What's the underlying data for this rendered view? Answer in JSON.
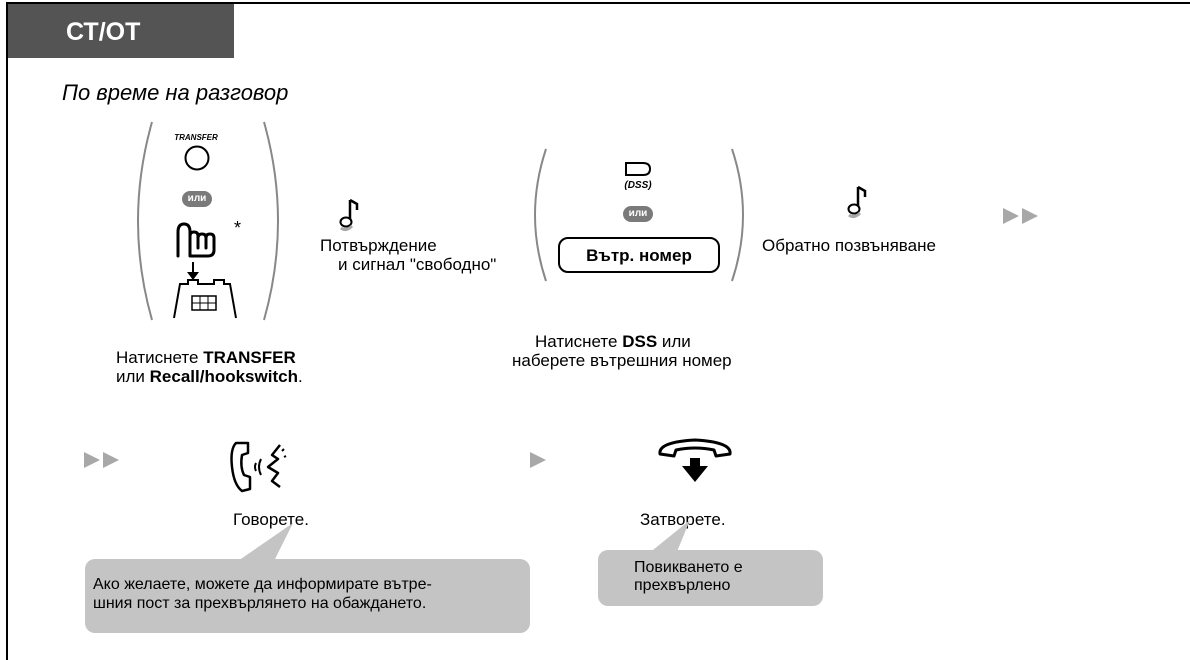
{
  "header": {
    "tab_label": "СТ/ОТ"
  },
  "subtitle": "По време на разговор",
  "step1": {
    "transfer_key_label": "TRANSFER",
    "or_badge": "или",
    "asterisk": "*",
    "caption_prefix": "Натиснете ",
    "caption_bold1": "TRANSFER",
    "caption_line2_prefix": "или ",
    "caption_bold2": "Recall/hookswitch",
    "caption_suffix": "."
  },
  "step2": {
    "caption_line1": "Потвърждение",
    "caption_line2": "и сигнал \"свободно\""
  },
  "step3": {
    "dss_label": "(DSS)",
    "or_badge": "или",
    "ext_button": "Вътр. номер",
    "caption_prefix": "Натиснете ",
    "caption_bold": "DSS",
    "caption_suffix": " или",
    "caption_line2": "наберете вътрешния номер"
  },
  "step4": {
    "caption": "Обратно позвъняване"
  },
  "step5": {
    "caption": "Говорете.",
    "callout_line1": "Ако желаете, можете да информирате вътре-",
    "callout_line2": "шния пост за прехвърлянето на обаждането."
  },
  "step6": {
    "caption": "Затворете.",
    "callout_line1": "Повикването е",
    "callout_line2": "прехвърлено"
  },
  "colors": {
    "tab_bg": "#545454",
    "callout_bg": "#c4c4c4",
    "badge_bg": "#7a7a7a",
    "arrow": "#a8a8a8"
  },
  "icons": [
    "tone-note-icon",
    "continue-arrow-icon",
    "dss-key-icon",
    "hand-press-icon",
    "hookswitch-icon",
    "talk-handset-icon",
    "hang-up-icon"
  ]
}
